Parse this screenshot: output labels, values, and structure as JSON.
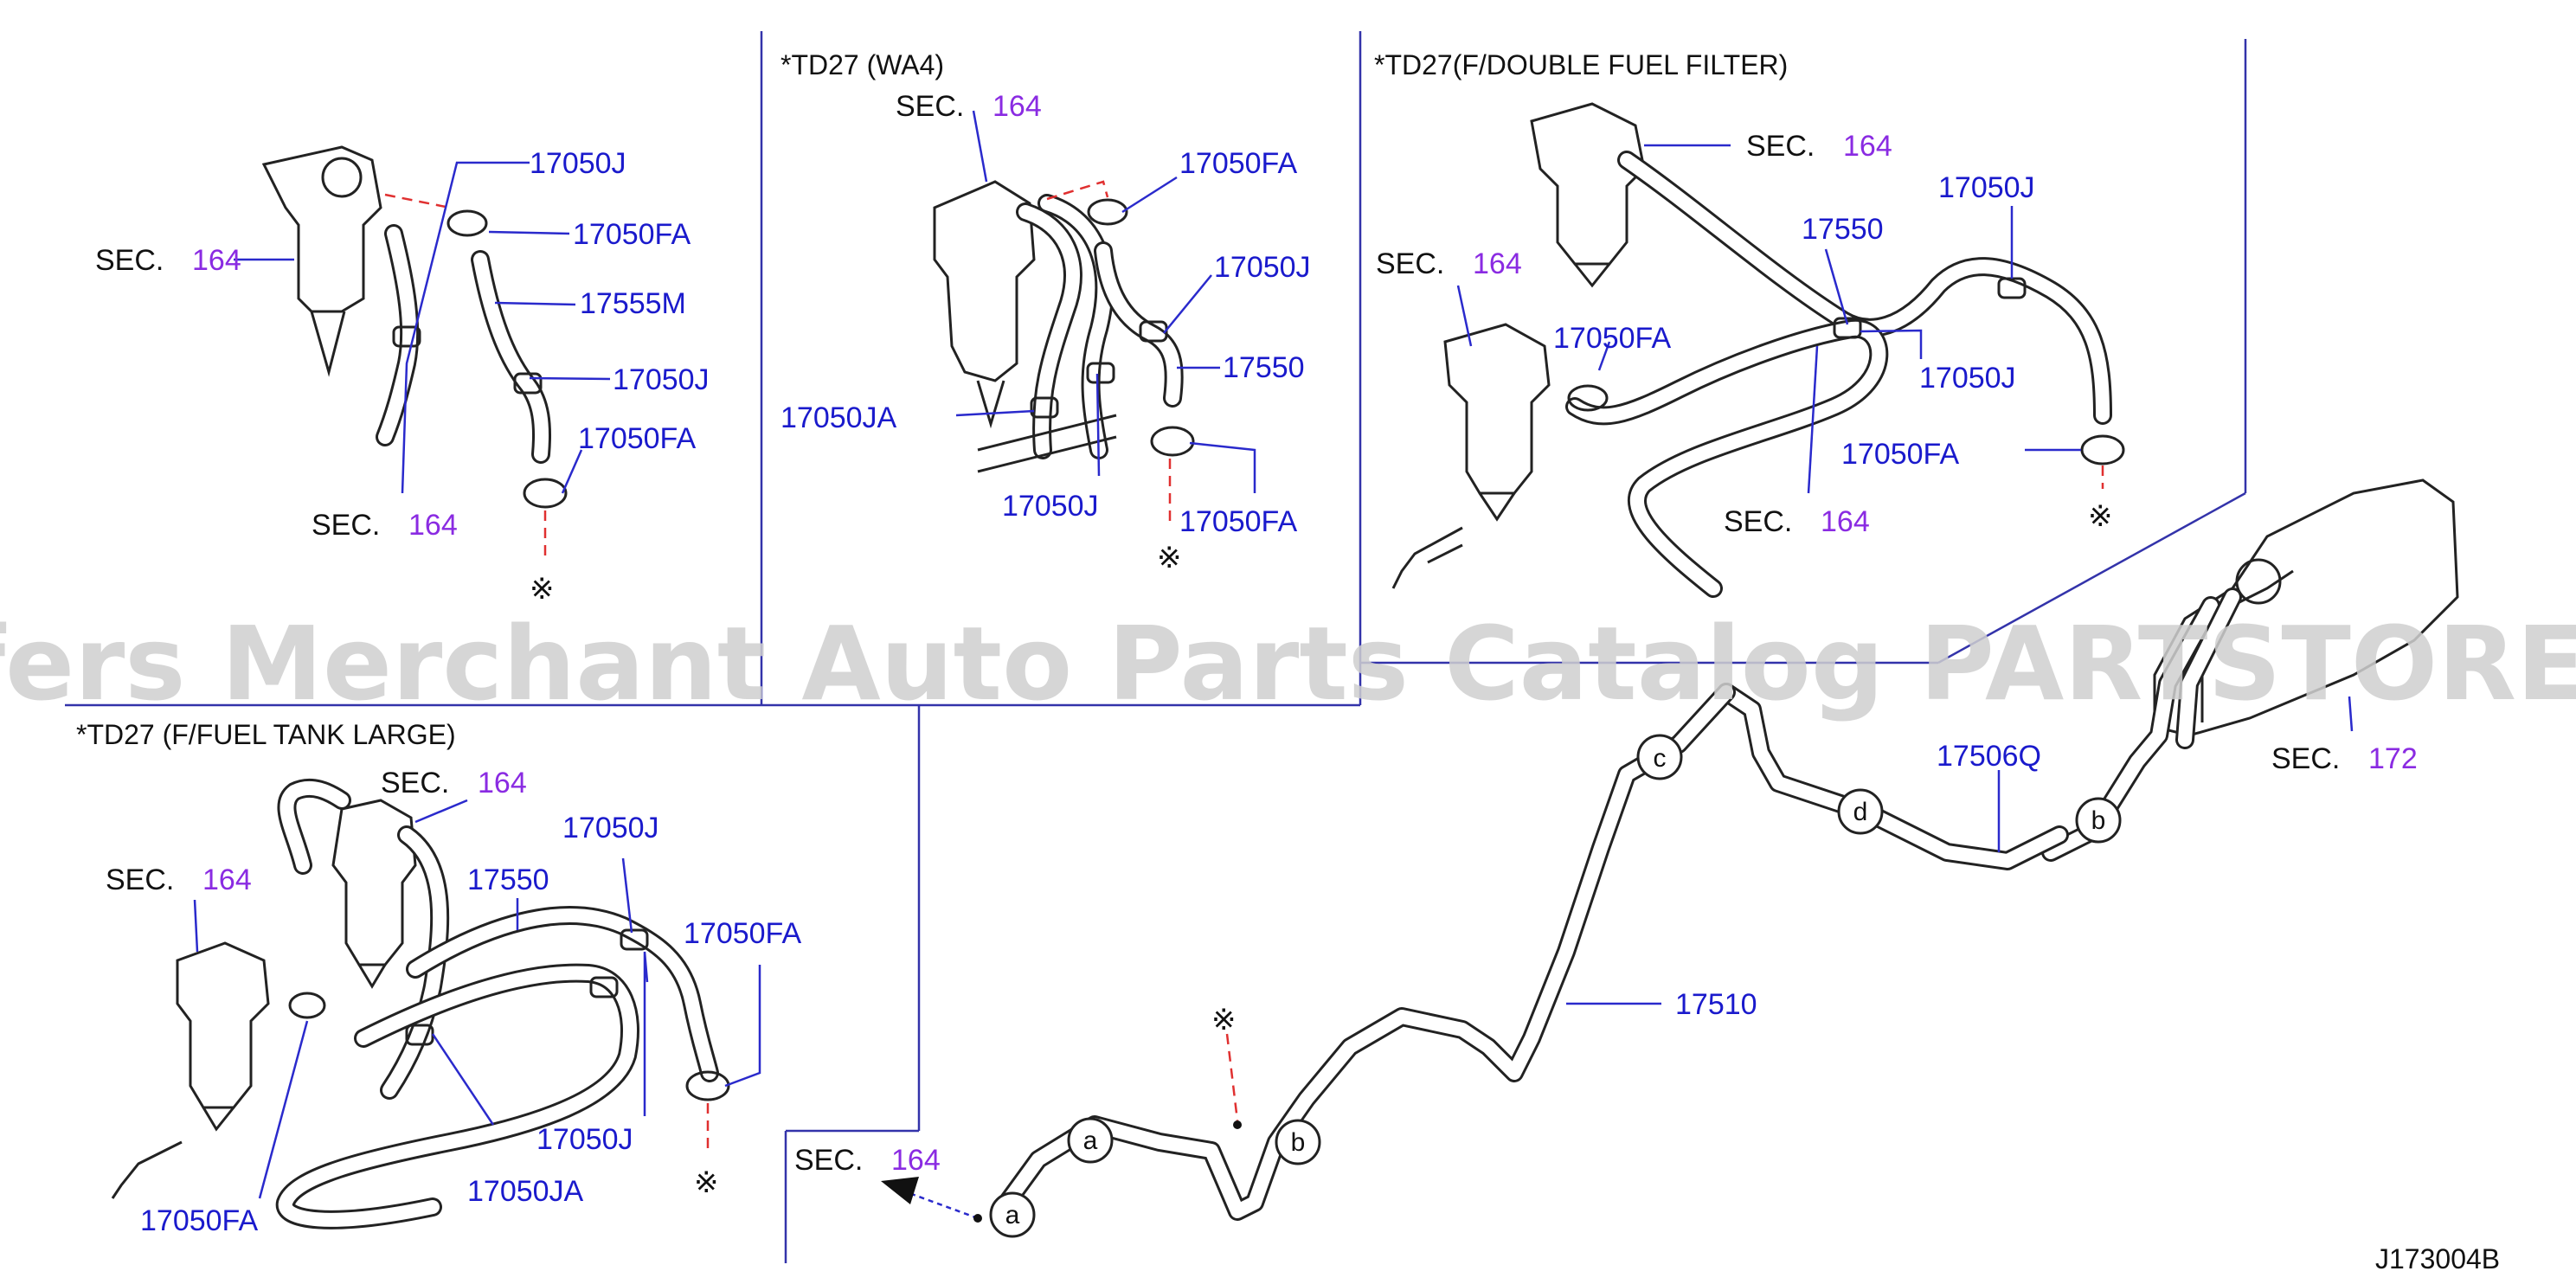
{
  "panels": {
    "td27_wa4": "*TD27      (WA4)",
    "td27_double": "*TD27(F/DOUBLE   FUEL   FILTER)",
    "td27_large": "*TD27      (F/FUEL   TANK   LARGE)"
  },
  "sec_prefix": "SEC.",
  "sec": {
    "s164": "164",
    "s172": "172"
  },
  "parts": {
    "p17050J": "17050J",
    "p17050FA": "17050FA",
    "p17555M": "17555M",
    "p17550": "17550",
    "p17050JA": "17050JA",
    "p17506Q": "17506Q",
    "p17510": "17510"
  },
  "mark": "※",
  "circle_letters": {
    "a": "a",
    "b": "b",
    "c": "c",
    "d": "d"
  },
  "diagram_id": "J173004B",
  "watermark": "Offers Merchant Auto Parts Catalog PARTSTORE.SA"
}
